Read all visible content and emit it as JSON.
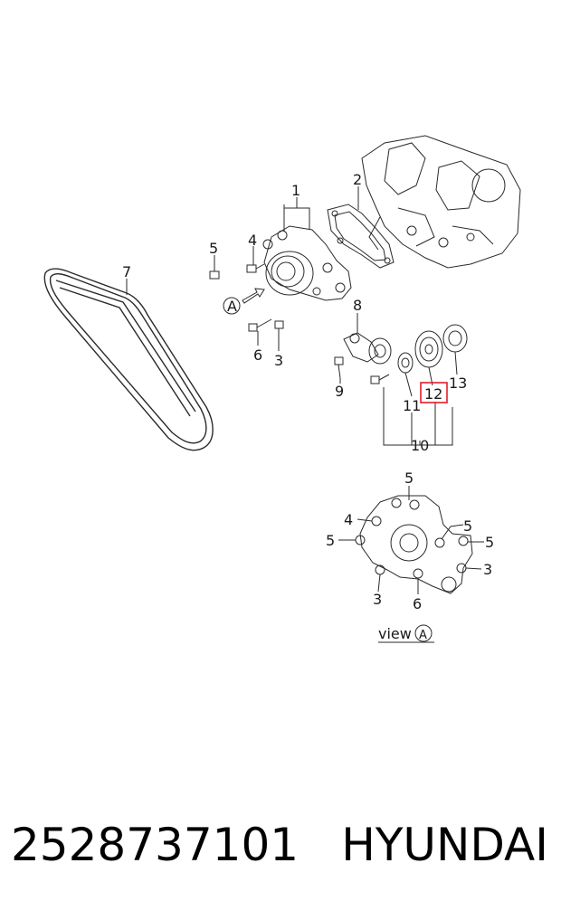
{
  "callouts": {
    "c1": "1",
    "c2": "2",
    "c3a": "3",
    "c4a": "4",
    "c5a": "5",
    "c6a": "6",
    "c7": "7",
    "c8": "8",
    "c9": "9",
    "c10": "10",
    "c11": "11",
    "c12": "12",
    "c13": "13",
    "arrowA": "A",
    "v5top": "5",
    "v4": "4",
    "v5left": "5",
    "v5right1": "5",
    "v5right2": "5",
    "v3left": "3",
    "v6": "6",
    "v3right": "3"
  },
  "view_label": {
    "text": "view",
    "ref": "A"
  },
  "footer": {
    "part_number": "2528737101",
    "brand": "HYUNDAI"
  },
  "colors": {
    "highlight": "#e0202a"
  }
}
